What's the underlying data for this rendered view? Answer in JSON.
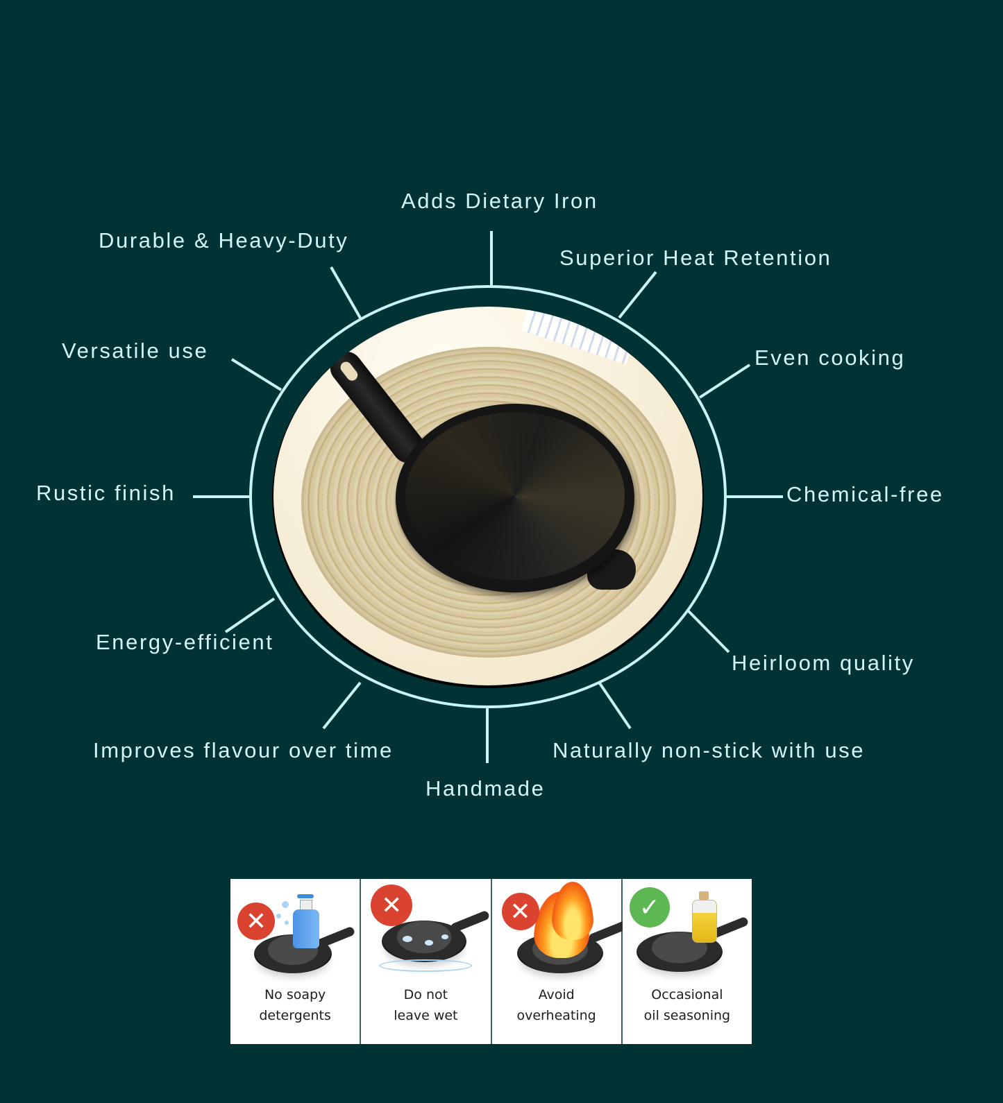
{
  "colors": {
    "background": "#013335",
    "accent_line": "#c8f4f4",
    "label_text": "#d4f6f6",
    "prohibited_badge": "#d9432f",
    "approved_badge": "#5db853"
  },
  "hero": {
    "image": "cast-iron-pan-on-jute-mat",
    "features": [
      {
        "id": "adds-dietary-iron",
        "label": "Adds Dietary Iron"
      },
      {
        "id": "durable-heavy-duty",
        "label": "Durable & Heavy-Duty"
      },
      {
        "id": "superior-heat-retention",
        "label": "Superior Heat Retention"
      },
      {
        "id": "versatile-use",
        "label": "Versatile use"
      },
      {
        "id": "even-cooking",
        "label": "Even cooking"
      },
      {
        "id": "rustic-finish",
        "label": "Rustic finish"
      },
      {
        "id": "chemical-free",
        "label": "Chemical-free"
      },
      {
        "id": "energy-efficient",
        "label": "Energy-efficient"
      },
      {
        "id": "heirloom-quality",
        "label": "Heirloom quality"
      },
      {
        "id": "improves-flavour",
        "label": "Improves flavour over time"
      },
      {
        "id": "naturally-non-stick",
        "label": "Naturally non-stick with use"
      },
      {
        "id": "handmade",
        "label": "Handmade"
      }
    ]
  },
  "care": {
    "items": [
      {
        "id": "no-soap",
        "status": "prohibited",
        "icon": "soap-bottle-icon",
        "line1": "No soapy",
        "line2": "detergents"
      },
      {
        "id": "not-wet",
        "status": "prohibited",
        "icon": "water-drops-icon",
        "line1": "Do not",
        "line2": "leave wet"
      },
      {
        "id": "overheat",
        "status": "prohibited",
        "icon": "flame-icon",
        "line1": "Avoid",
        "line2": "overheating"
      },
      {
        "id": "seasoning",
        "status": "approved",
        "icon": "oil-bottle-icon",
        "line1": "Occasional",
        "line2": "oil seasoning"
      }
    ],
    "badge_glyphs": {
      "prohibited": "✕",
      "approved": "✓"
    }
  }
}
